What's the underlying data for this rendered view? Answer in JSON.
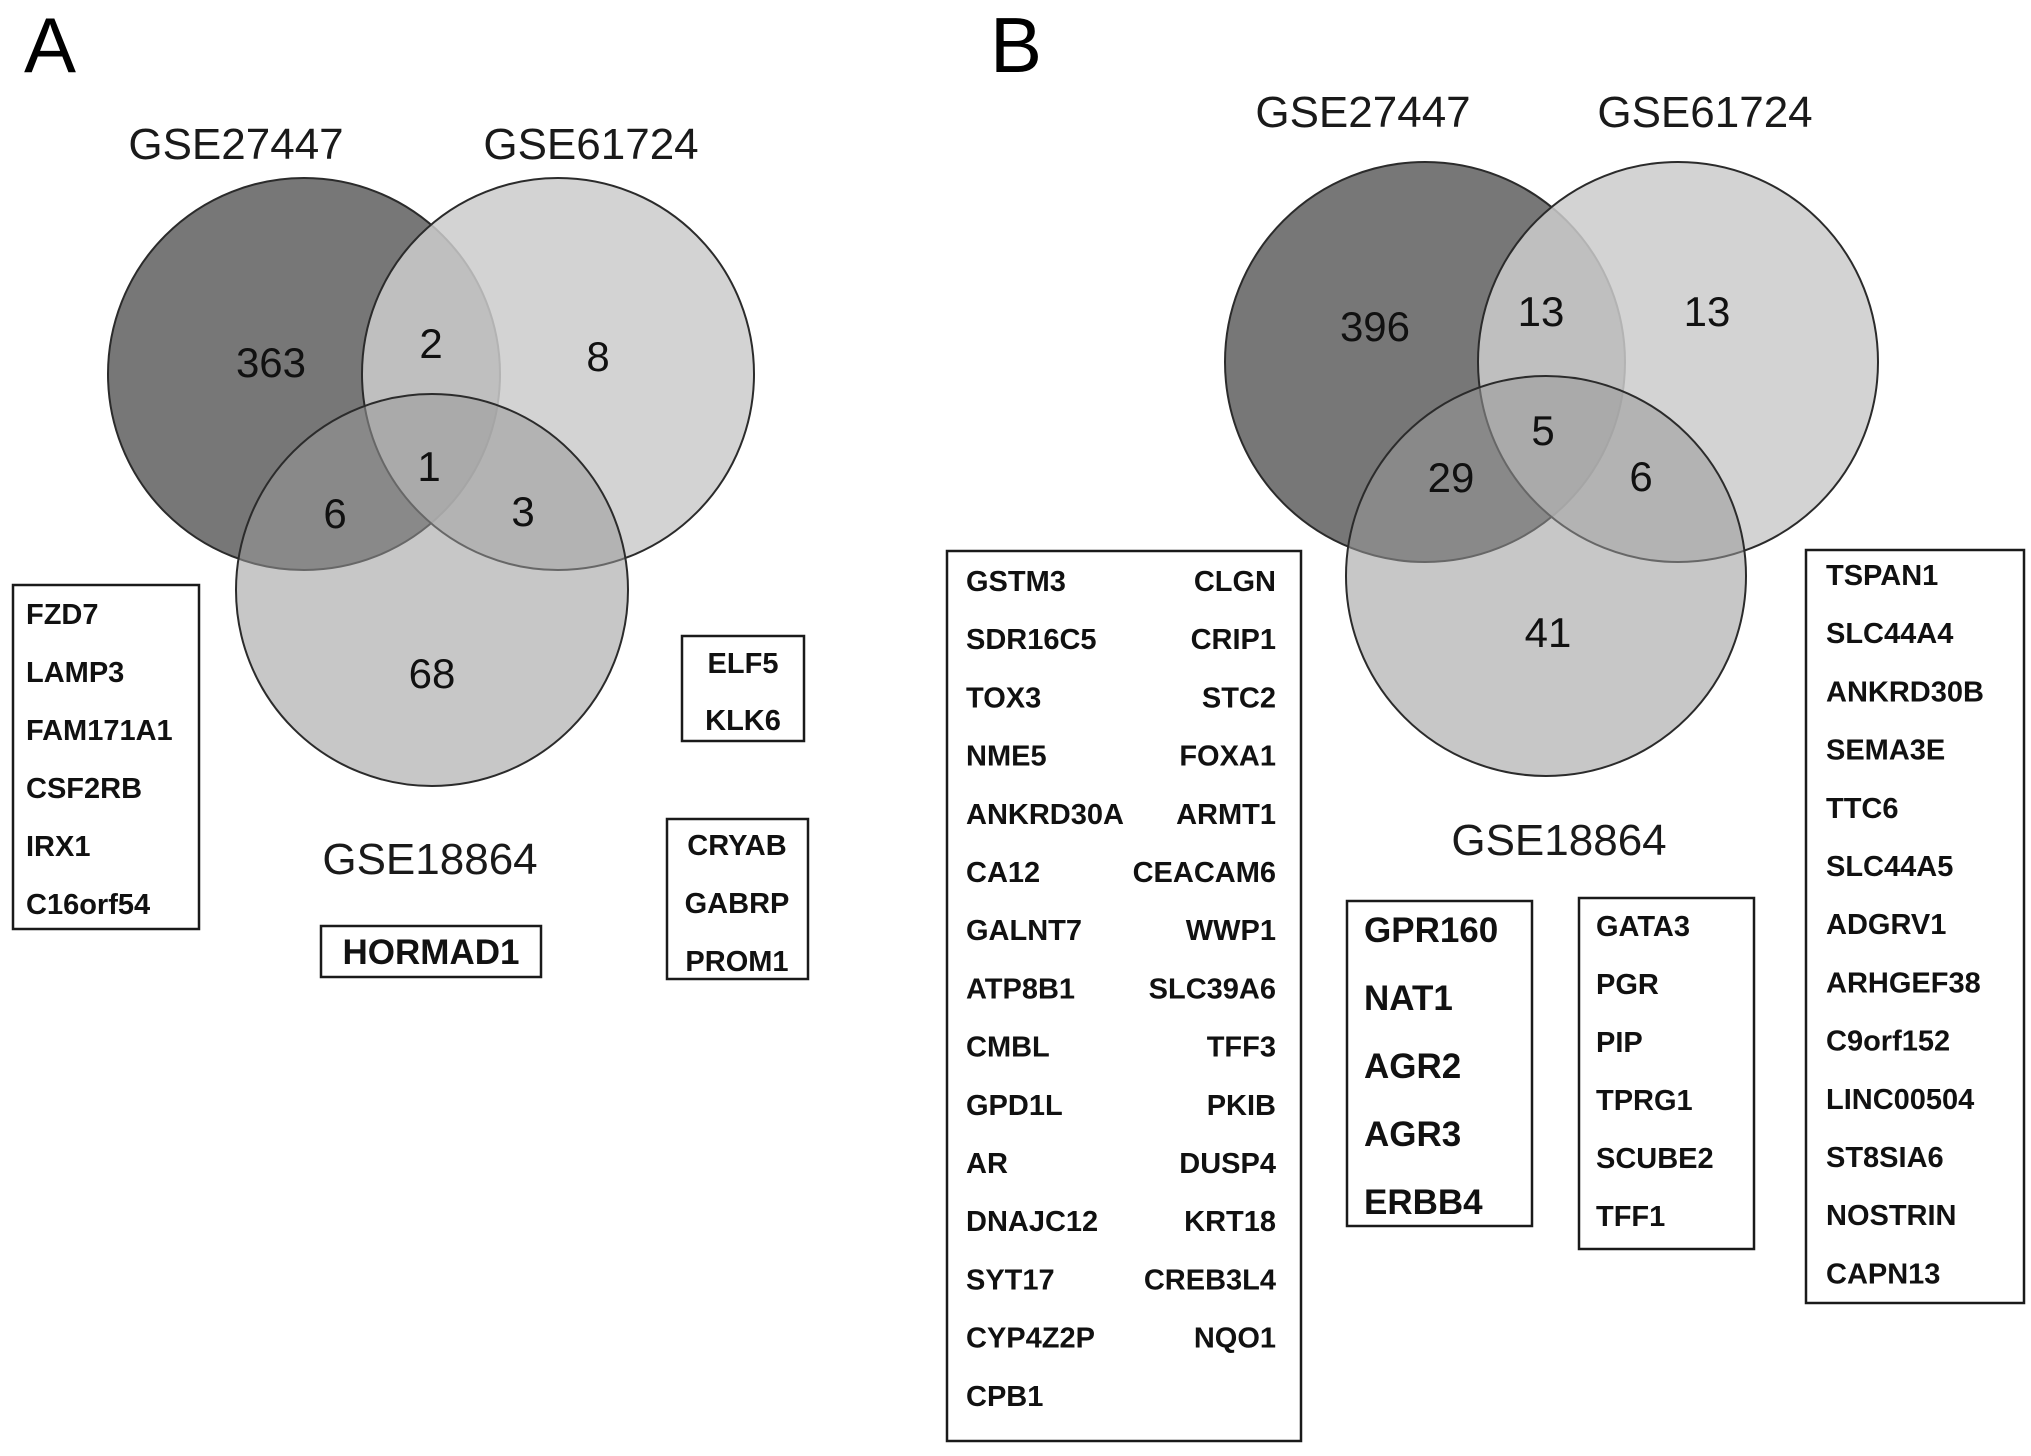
{
  "panel_a": {
    "letter": "A",
    "sets": {
      "left": "GSE27447",
      "right": "GSE61724",
      "bottom": "GSE18864"
    },
    "counts": {
      "left_only": "363",
      "left_right": "2",
      "right_only": "8",
      "all": "1",
      "left_bottom": "6",
      "right_bottom": "3",
      "bottom_only": "68"
    },
    "boxes": {
      "left_bottom": [
        "FZD7",
        "LAMP3",
        "FAM171A1",
        "CSF2RB",
        "IRX1",
        "C16orf54"
      ],
      "left_right": [
        "ELF5",
        "KLK6"
      ],
      "right_bottom": [
        "CRYAB",
        "GABRP",
        "PROM1"
      ],
      "all": [
        "HORMAD1"
      ]
    }
  },
  "panel_b": {
    "letter": "B",
    "sets": {
      "left": "GSE27447",
      "right": "GSE61724",
      "bottom": "GSE18864"
    },
    "counts": {
      "left_only": "396",
      "left_right": "13",
      "right_only": "13",
      "all": "5",
      "left_bottom": "29",
      "right_bottom": "6",
      "bottom_only": "41"
    },
    "boxes": {
      "left_bottom_col1": [
        "GSTM3",
        "SDR16C5",
        "TOX3",
        "NME5",
        "ANKRD30A",
        "CA12",
        "GALNT7",
        "ATP8B1",
        "CMBL",
        "GPD1L",
        "AR",
        "DNAJC12",
        "SYT17",
        "CYP4Z2P",
        "CPB1"
      ],
      "left_bottom_col2": [
        "CLGN",
        "CRIP1",
        "STC2",
        "FOXA1",
        "ARMT1",
        "CEACAM6",
        "WWP1",
        "SLC39A6",
        "TFF3",
        "PKIB",
        "DUSP4",
        "KRT18",
        "CREB3L4",
        "NQO1"
      ],
      "all": [
        "GPR160",
        "NAT1",
        "AGR2",
        "AGR3",
        "ERBB4"
      ],
      "right_bottom": [
        "GATA3",
        "PGR",
        "PIP",
        "TPRG1",
        "SCUBE2",
        "TFF1"
      ],
      "left_right": [
        "TSPAN1",
        "SLC44A4",
        "ANKRD30B",
        "SEMA3E",
        "TTC6",
        "SLC44A5",
        "ADGRV1",
        "ARHGEF38",
        "C9orf152",
        "LINC00504",
        "ST8SIA6",
        "NOSTRIN",
        "CAPN13"
      ]
    }
  },
  "colors": {
    "set_left": "#5f5f5f",
    "set_right": "#cbcbcb",
    "set_bottom": "#999999"
  }
}
